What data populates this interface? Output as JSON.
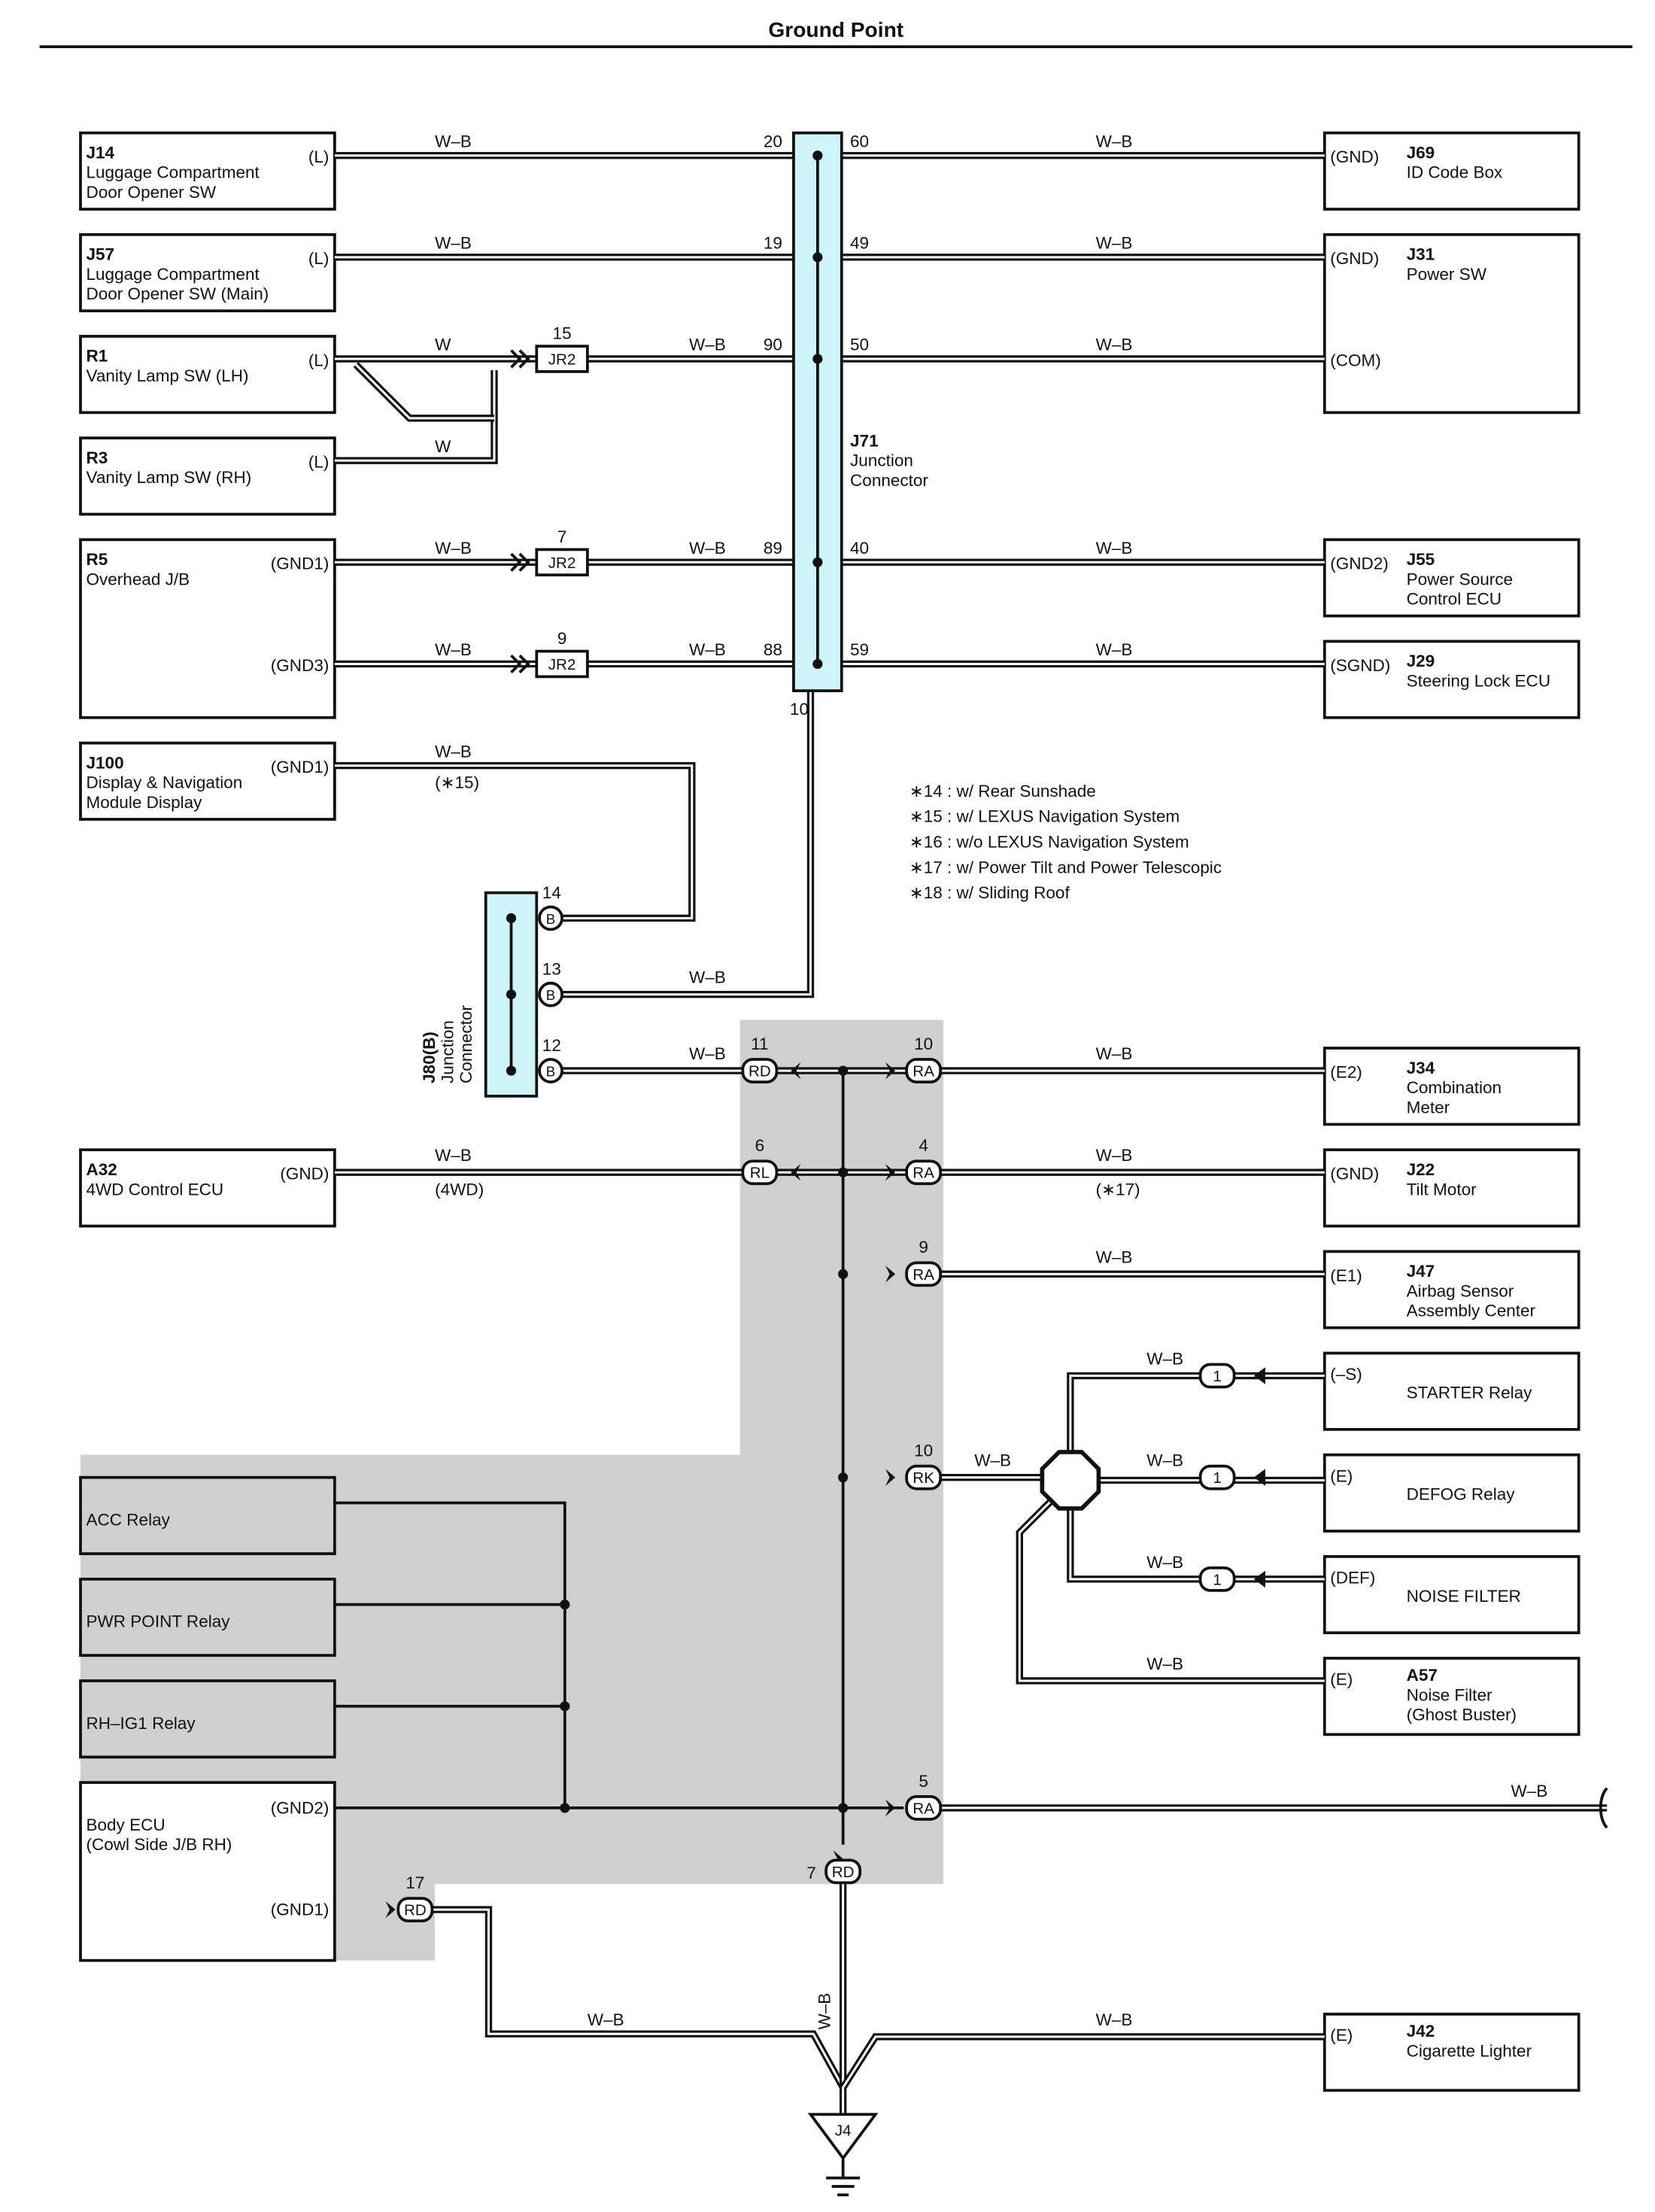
{
  "title": "Ground Point",
  "ground": "J4",
  "components": [
    {
      "code": "J14",
      "name": [
        "Luggage Compartment",
        "Door Opener SW"
      ],
      "pin": "(L)"
    },
    {
      "code": "J57",
      "name": [
        "Luggage Compartment",
        "Door Opener SW (Main)"
      ],
      "pin": "(L)"
    },
    {
      "code": "R1",
      "name": [
        "Vanity Lamp SW (LH)"
      ],
      "pin": "(L)"
    },
    {
      "code": "R3",
      "name": [
        "Vanity Lamp SW (RH)"
      ],
      "pin": "(L)"
    },
    {
      "code": "R5",
      "name": [
        "Overhead J/B"
      ],
      "pins": [
        "(GND1)",
        "(GND3)"
      ]
    },
    {
      "code": "J100",
      "name": [
        "Display & Navigation",
        "Module Display"
      ],
      "pin": "(GND1)"
    },
    {
      "code": "A32",
      "name": [
        "4WD Control ECU"
      ],
      "pin": "(GND)"
    },
    {
      "code": "",
      "name": [
        "ACC Relay"
      ]
    },
    {
      "code": "",
      "name": [
        "PWR POINT Relay"
      ]
    },
    {
      "code": "",
      "name": [
        "RH–IG1 Relay"
      ]
    },
    {
      "code": "",
      "name": [
        "Body ECU",
        "(Cowl Side J/B RH)"
      ],
      "pins": [
        "(GND2)",
        "(GND1)"
      ]
    },
    {
      "code": "J69",
      "name": [
        "ID Code Box"
      ],
      "pin": "(GND)"
    },
    {
      "code": "J31",
      "name": [
        "Power SW"
      ],
      "pins": [
        "(GND)",
        "(COM)"
      ]
    },
    {
      "code": "J55",
      "name": [
        "Power Source",
        "Control ECU"
      ],
      "pin": "(GND2)"
    },
    {
      "code": "J29",
      "name": [
        "Steering Lock ECU"
      ],
      "pin": "(SGND)"
    },
    {
      "code": "J34",
      "name": [
        "Combination",
        "Meter"
      ],
      "pin": "(E2)"
    },
    {
      "code": "J22",
      "name": [
        "Tilt Motor"
      ],
      "pin": "(GND)"
    },
    {
      "code": "J47",
      "name": [
        "Airbag Sensor",
        "Assembly Center"
      ],
      "pin": "(E1)"
    },
    {
      "code": "",
      "name": [
        "STARTER Relay"
      ],
      "pin": "(–S)"
    },
    {
      "code": "",
      "name": [
        "DEFOG Relay"
      ],
      "pin": "(E)"
    },
    {
      "code": "",
      "name": [
        "NOISE FILTER"
      ],
      "pin": "(DEF)"
    },
    {
      "code": "A57",
      "name": [
        "Noise Filter",
        "(Ghost Buster)"
      ],
      "pin": "(E)"
    },
    {
      "code": "J42",
      "name": [
        "Cigarette Lighter"
      ],
      "pin": "(E)"
    }
  ],
  "junction_connectors": [
    {
      "code": "J71",
      "name": [
        "Junction",
        "Connector"
      ]
    },
    {
      "code": "J80(B)",
      "name": [
        "Junction",
        "Connector"
      ]
    }
  ],
  "connectors": [
    "JR2",
    "JR2",
    "JR2",
    "B",
    "B",
    "B",
    "RD",
    "RL",
    "RA",
    "RA",
    "RA",
    "RK",
    "RA",
    "RD",
    "RD",
    "1",
    "1",
    "1"
  ],
  "wire": "W–B",
  "wire_w": "W",
  "pin_numbers": [
    "20",
    "60",
    "19",
    "49",
    "15",
    "90",
    "50",
    "7",
    "89",
    "40",
    "9",
    "88",
    "59",
    "10",
    "14",
    "13",
    "12",
    "11",
    "10",
    "6",
    "4",
    "9",
    "10",
    "5",
    "7",
    "17"
  ],
  "wire_notes": [
    "(∗15)",
    "(4WD)",
    "(∗17)"
  ],
  "notes": [
    "∗14 : w/ Rear Sunshade",
    "∗15 : w/ LEXUS Navigation System",
    "∗16 : w/o LEXUS Navigation System",
    "∗17 : w/ Power Tilt and Power Telescopic",
    "∗18 : w/ Sliding Roof"
  ],
  "colors": {
    "shade": "#cfcfcf",
    "junction_fill": "#cdf5f8",
    "wire": "#111111",
    "background": "#ffffff"
  }
}
